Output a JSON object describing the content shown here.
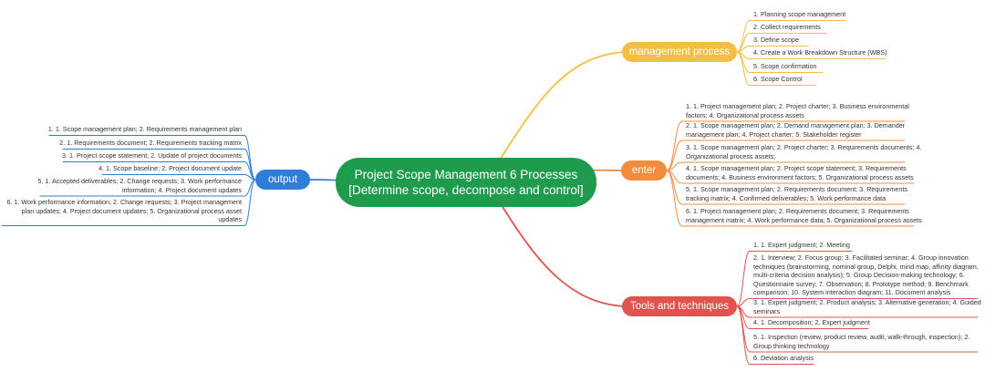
{
  "root": {
    "line1": "Project Scope Management 6 Processes",
    "line2": "[Determine scope, decompose and control]"
  },
  "colors": {
    "root": "#1f9b4e",
    "management": "#f3be44",
    "enter": "#f08c3b",
    "tools": "#e0534e",
    "output": "#2f7dd9"
  },
  "branches": {
    "management": {
      "label": "management process",
      "items": [
        "1. Planning scope management",
        "2. Collect requirements",
        "3. Define scope",
        "4. Create a Work Breakdown Structure (WBS)",
        "5. Scope confirmation",
        "6. Scope Control"
      ]
    },
    "enter": {
      "label": "enter",
      "items": [
        [
          "1. 1. Project management plan; 2. Project charter; 3. Business environmental",
          "factors; 4. Organizational process assets"
        ],
        [
          "2. 1. Scope management plan; 2. Demand management plan; 3. Demander",
          "management plan; 4. Project charter; 5. Stakeholder register"
        ],
        [
          "3. 1. Scope management plan; 2. Project charter; 3. Requirements documents; 4.",
          "Organizational process assets;"
        ],
        [
          "4. 1. Scope management plan; 2. Project scope statement; 3. Requirements",
          "documents; 4. Business environment factors; 5. Organizational process assets"
        ],
        [
          "5. 1. Scope management plan; 2. Requirements document; 3. Requirements",
          "tracking matrix; 4. Confirmed deliverables; 5. Work performance data"
        ],
        [
          "6. 1. Project management plan; 2. Requirements document; 3. Requirements",
          "management matrix; 4. Work performance data; 5. Organizational process assets"
        ]
      ]
    },
    "tools": {
      "label": "Tools and techniques",
      "items": [
        [
          "1. 1. Expert judgment; 2. Meeting"
        ],
        [
          "2. 1. Interview; 2. Focus group; 3. Facilitated seminar; 4. Group innovation",
          "techniques (brainstorming, nominal group, Delphi, mind map, affinity diagram,",
          "multi-criteria decision analysis); 5. Group Decision-making technology; 6.",
          "Questionnaire survey; 7. Observation; 8. Prototype method; 9. Benchmark",
          "comparison; 10. System interaction diagram; 11. Document analysis"
        ],
        [
          "3. 1. Expert judgment; 2. Product analysis; 3. Alternative generation; 4. Guided",
          "seminars"
        ],
        [
          "4. 1. Decomposition; 2. Expert judgment"
        ],
        [
          "5. 1. Inspection (review, product review, audit, walk-through, inspection); 2.",
          "Group thinking technology"
        ],
        [
          "6. Deviation analysis"
        ]
      ]
    },
    "output": {
      "label": "output",
      "items": [
        [
          "1. 1. Scope management plan; 2. Requirements management plan"
        ],
        [
          "2. 1. Requirements document; 2. Requirements tracking matrix"
        ],
        [
          "3. 1. Project scope statement; 2. Update of project documents"
        ],
        [
          "4. 1. Scope baseline; 2. Project document update"
        ],
        [
          "5. 1. Accepted deliverables; 2. Change requests; 3. Work performance",
          "information; 4. Project document updates"
        ],
        [
          "6. 1. Work performance information; 2. Change requests; 3. Project management",
          "plan updates; 4. Project document updates; 5. Organizational process asset",
          "updates"
        ]
      ]
    }
  }
}
